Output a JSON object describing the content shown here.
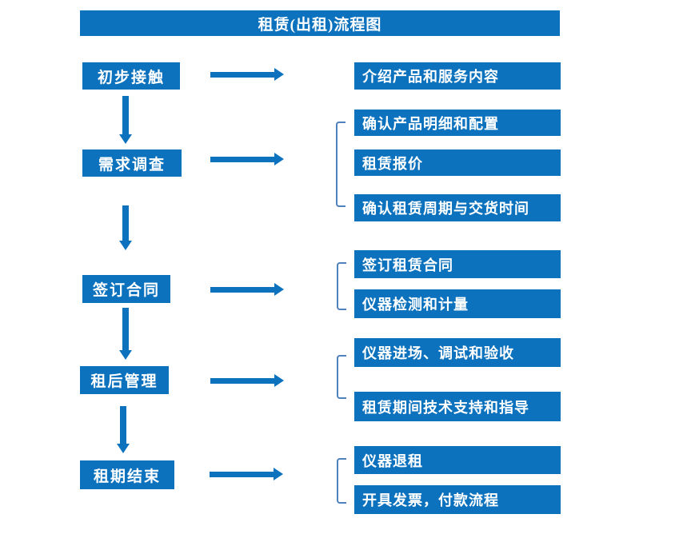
{
  "title": "租赁(出租)流程图",
  "colors": {
    "primary": "#0d72bd",
    "bracket": "#4f81bd",
    "background": "#ffffff",
    "text_on_primary": "#ffffff"
  },
  "flow": [
    {
      "step": "初步接触",
      "details": [
        "介绍产品和服务内容"
      ]
    },
    {
      "step": "需求调查",
      "details": [
        "确认产品明细和配置",
        "租赁报价",
        "确认租赁周期与交货时间"
      ]
    },
    {
      "step": "签订合同",
      "details": [
        "签订租赁合同",
        "仪器检测和计量"
      ]
    },
    {
      "step": "租后管理",
      "details": [
        "仪器进场、调试和验收",
        "租赁期间技术支持和指导"
      ]
    },
    {
      "step": "租期结束",
      "details": [
        "仪器退租",
        "开具发票，付款流程"
      ]
    }
  ]
}
